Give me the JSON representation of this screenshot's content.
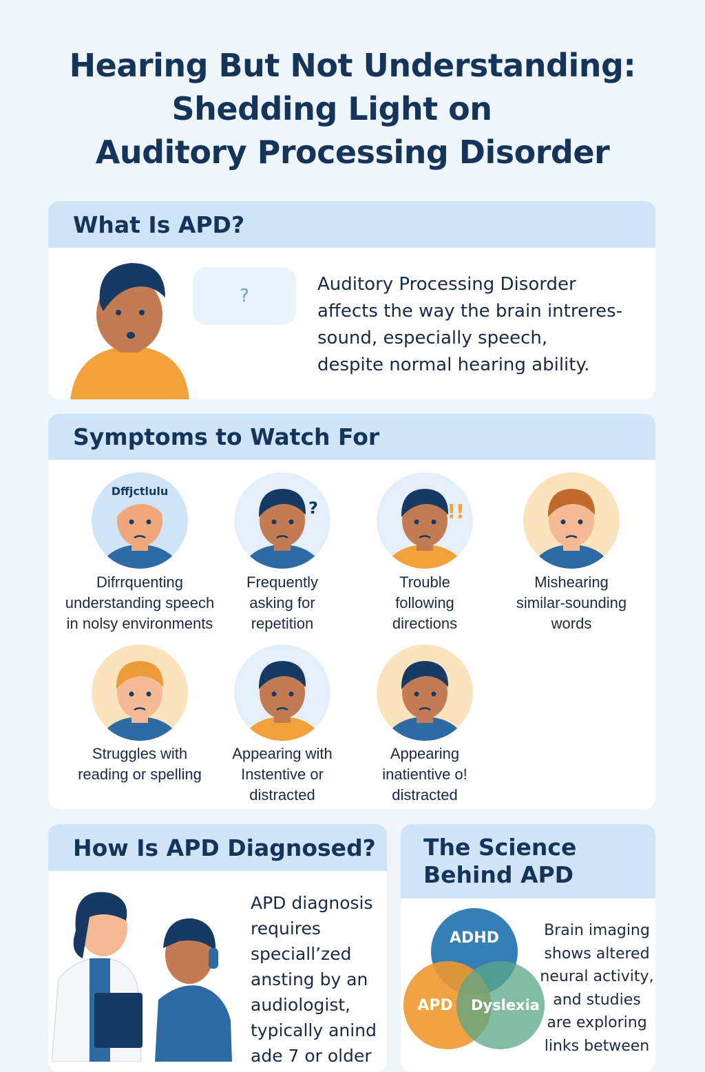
{
  "title": [
    "Hearing But Not Understanding:",
    "Shedding Light on",
    "Auditory Processing Disorder"
  ],
  "what": {
    "heading": "What Is APD?",
    "bubble_text": "?",
    "text": [
      "Auditory Processing Disorder",
      "affects the way the brain intreres-",
      "sound, especially speech,",
      "despite normal hearing ability."
    ]
  },
  "symptoms": {
    "heading": "Symptoms to Watch For",
    "items": [
      {
        "lines": [
          "Difrrquenting",
          "understanding speech",
          "in nolsy environments"
        ],
        "bg": "#cfe4f7",
        "skin": "#f0a77c",
        "hair": "#cfe4f7",
        "shirt": "#2e6aa3",
        "overlay": "Dffjctlulu"
      },
      {
        "lines": [
          "Frequently",
          "asking for",
          "repetition"
        ],
        "bg": "#e4effa",
        "skin": "#c27b52",
        "hair": "#163a63",
        "shirt": "#2e6aa3",
        "overlay": "?"
      },
      {
        "lines": [
          "Trouble",
          "following",
          "directions"
        ],
        "bg": "#e4effa",
        "skin": "#c27b52",
        "hair": "#163a63",
        "shirt": "#f2a23a",
        "overlay": "!!"
      },
      {
        "lines": [
          "Mishearing",
          "similar-sounding",
          "words"
        ],
        "bg": "#fbe3bd",
        "skin": "#f5b995",
        "hair": "#c06a2b",
        "shirt": "#2e6aa3",
        "overlay": ""
      },
      {
        "lines": [
          "Struggles with",
          "reading or spelling"
        ],
        "bg": "#fbe3bd",
        "skin": "#f5b995",
        "hair": "#ec9b3b",
        "shirt": "#2e6aa3",
        "overlay": ""
      },
      {
        "lines": [
          "Appearing with",
          "Instentive or",
          "distracted"
        ],
        "bg": "#e4effa",
        "skin": "#c27b52",
        "hair": "#163a63",
        "shirt": "#f2a23a",
        "overlay": ""
      },
      {
        "lines": [
          "Appearing",
          "inatientive o!",
          "distracted"
        ],
        "bg": "#fbe3bd",
        "skin": "#c27b52",
        "hair": "#163a63",
        "shirt": "#2e6aa3",
        "overlay": ""
      }
    ]
  },
  "diagnosis": {
    "heading": "How Is APD Diagnosed?",
    "text": [
      "APD diagnosis",
      "requires",
      "speciall’zed",
      "ansting by an",
      "audiologist,",
      "typically anind",
      "ade 7 or older"
    ]
  },
  "science": {
    "heading": [
      "The Science",
      "Behind APD"
    ],
    "venn": [
      {
        "label": "ADHD",
        "color": "#2a78b3"
      },
      {
        "label": "APD",
        "color": "#f0982f"
      },
      {
        "label": "Dyslexia",
        "color": "#5aa586"
      }
    ],
    "text": [
      "Brain imaging",
      "shows altered",
      "neural activity,",
      "and studies",
      "are exploring",
      "links between"
    ]
  }
}
